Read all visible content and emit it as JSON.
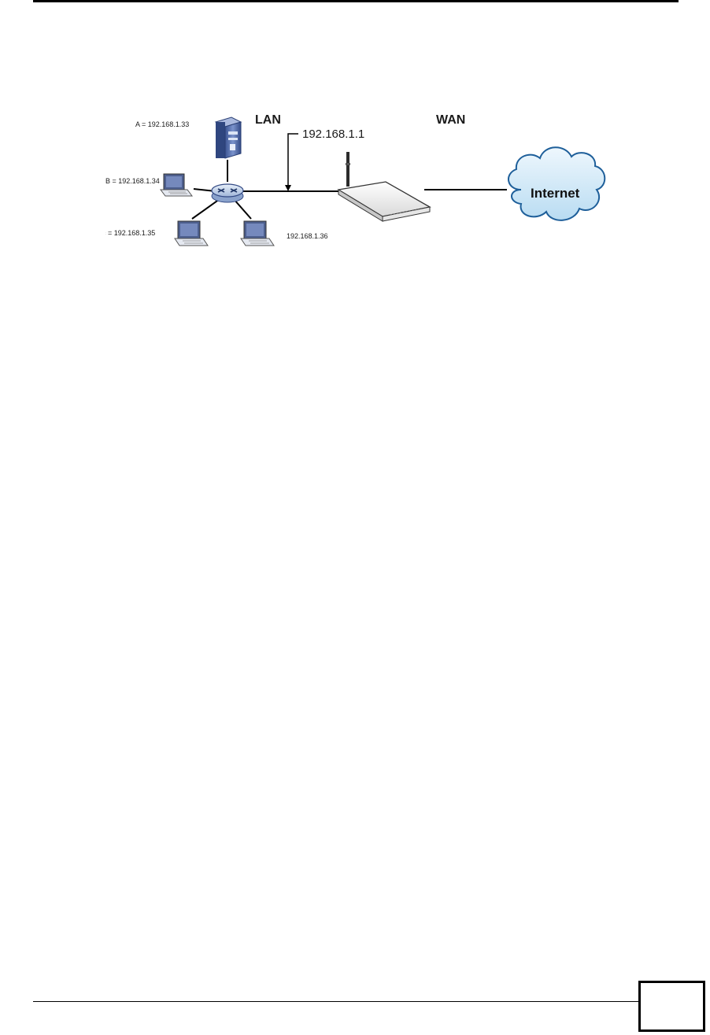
{
  "page": {
    "page_number": ""
  },
  "diagram": {
    "zone_lan": "LAN",
    "zone_wan": "WAN",
    "gateway_ip": "192.168.1.1",
    "host_a": "A = 192.168.1.33",
    "host_b": "B = 192.168.1.34",
    "host_c": "c = 192.168.1.35",
    "host_d": "192.168.1.36",
    "internet": "Internet"
  },
  "colors": {
    "cloud_fill": "#d7ecf8",
    "cloud_stroke": "#1e5f9a",
    "device_blue": "#5a74b4",
    "line": "#000000"
  }
}
